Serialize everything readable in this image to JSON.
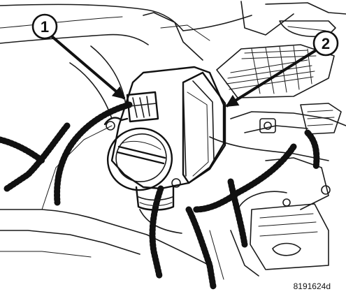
{
  "callouts": [
    {
      "label": "1"
    },
    {
      "label": "2"
    }
  ],
  "figure_code": "8191624d"
}
